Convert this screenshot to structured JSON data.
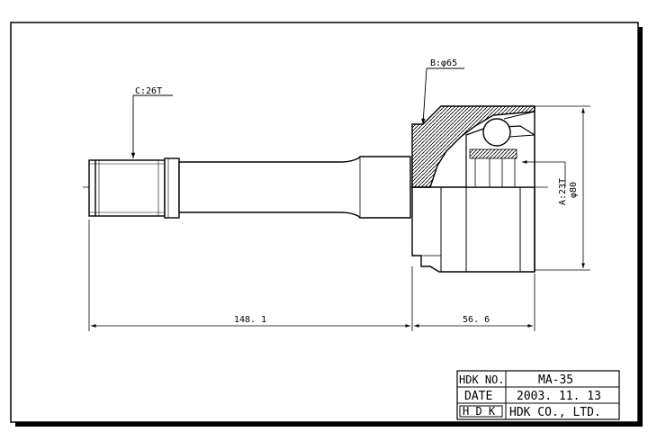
{
  "drawing": {
    "labels": {
      "spline_outer": "C:26T",
      "seal_diameter": "B:φ65",
      "spline_inner": "A:23T",
      "outer_diameter": "φ80"
    },
    "dimensions": {
      "shaft_length": "148. 1",
      "housing_length": "56. 6"
    }
  },
  "title_block": {
    "part_no_label": "HDK NO.",
    "part_no_value": "MA-35",
    "date_label": "DATE",
    "date_value": "2003. 11. 13",
    "logo_text": "H D K",
    "company": "HDK CO., LTD."
  }
}
